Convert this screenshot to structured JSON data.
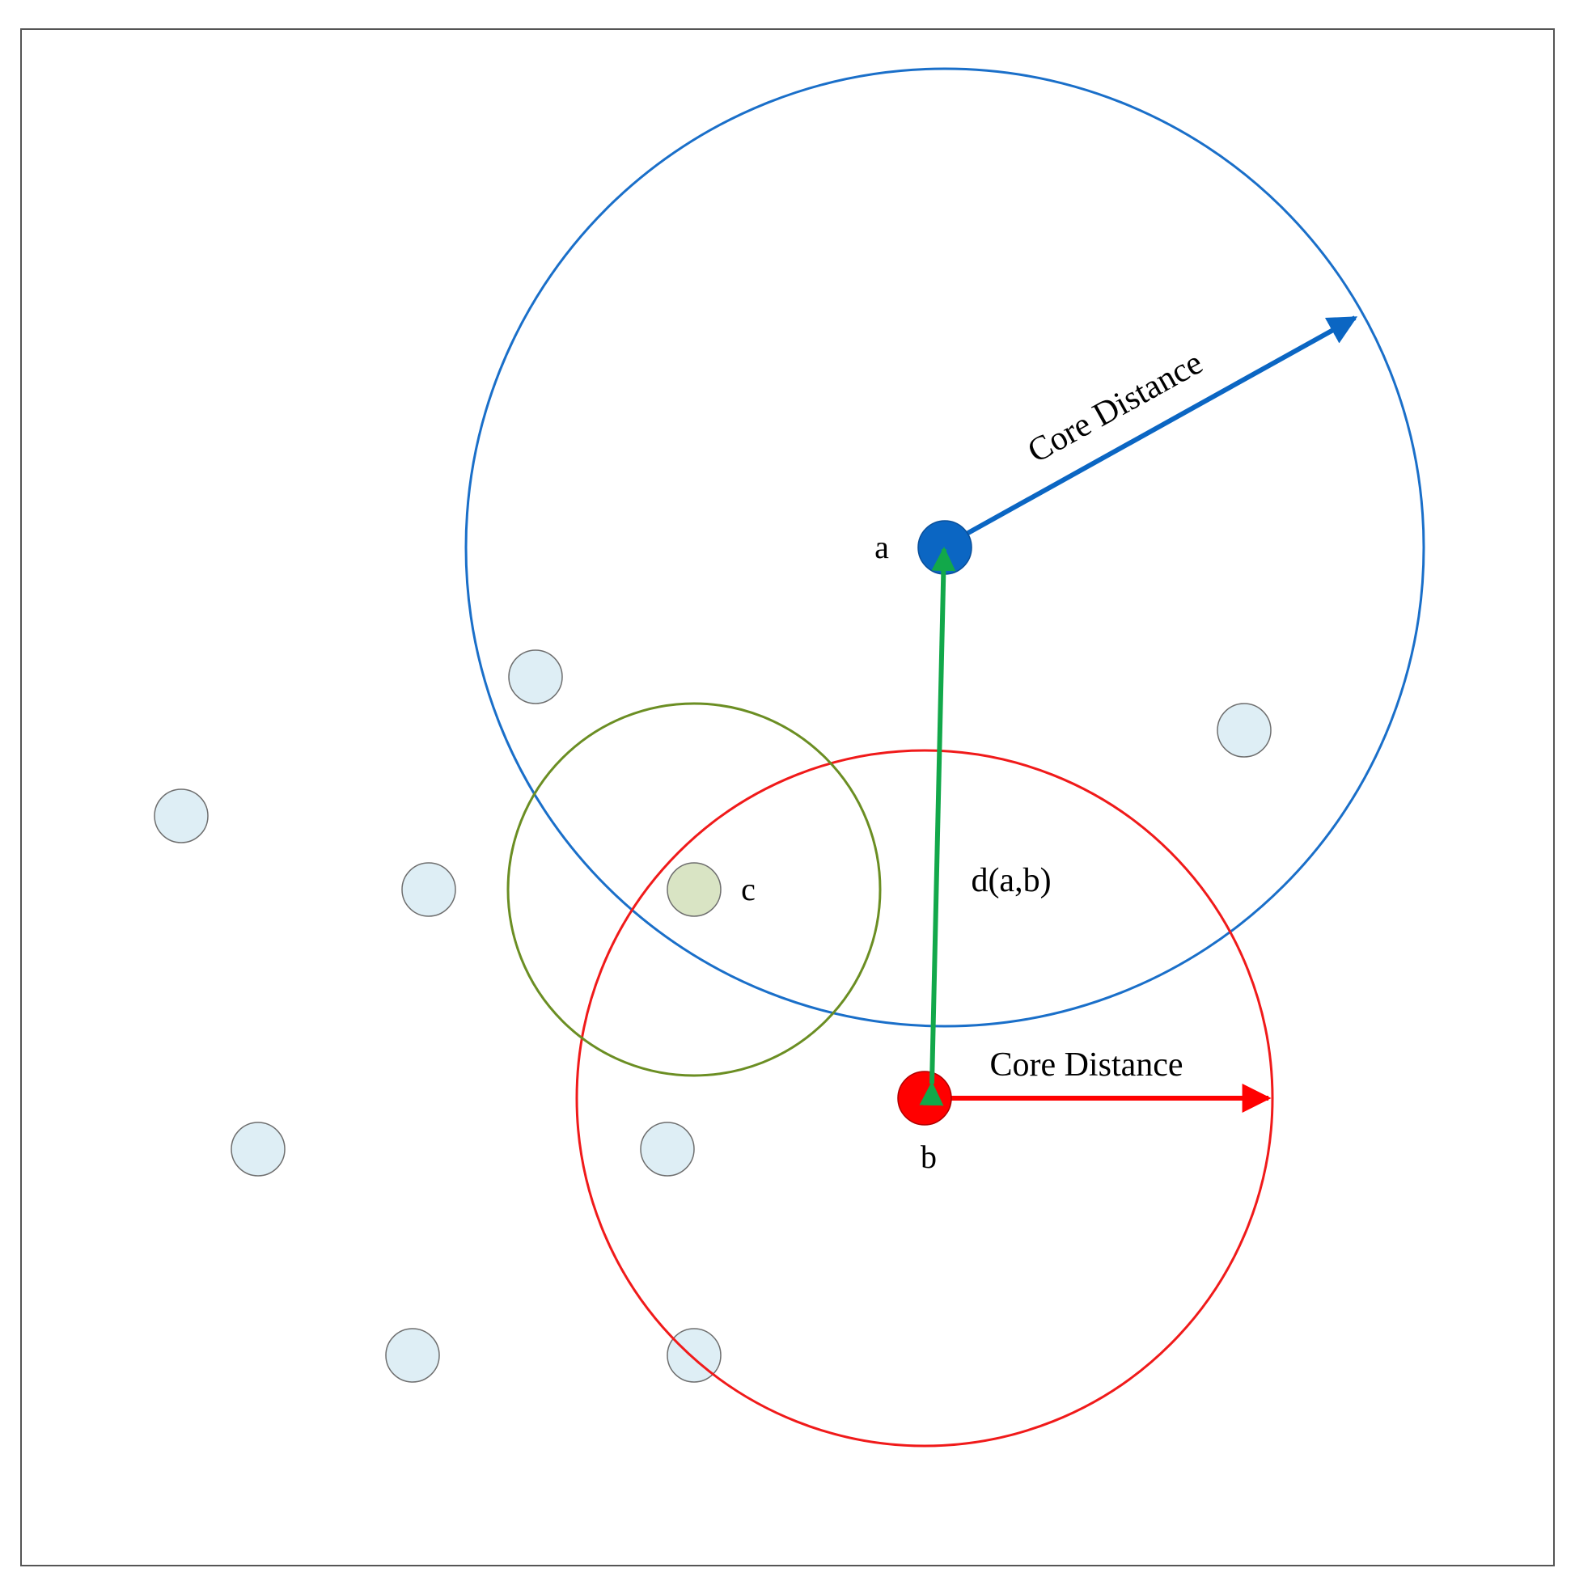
{
  "labels": {
    "point_a": "a",
    "point_b": "b",
    "point_c": "c",
    "core_distance_a": "Core Distance",
    "core_distance_b": "Core Distance",
    "distance_ab": "d(a,b)"
  },
  "colors": {
    "frame": "#555555",
    "circle_a": "#1a6fc9",
    "point_a": "#0b66c3",
    "circle_b": "#f01a1a",
    "point_b": "#ff0000",
    "circle_c": "#6b8e23",
    "point_c": "#d9e4c4",
    "distance_arrow": "#12a84a",
    "neighbor_fill": "#deeef5",
    "neighbor_stroke": "#6e6e6e"
  }
}
